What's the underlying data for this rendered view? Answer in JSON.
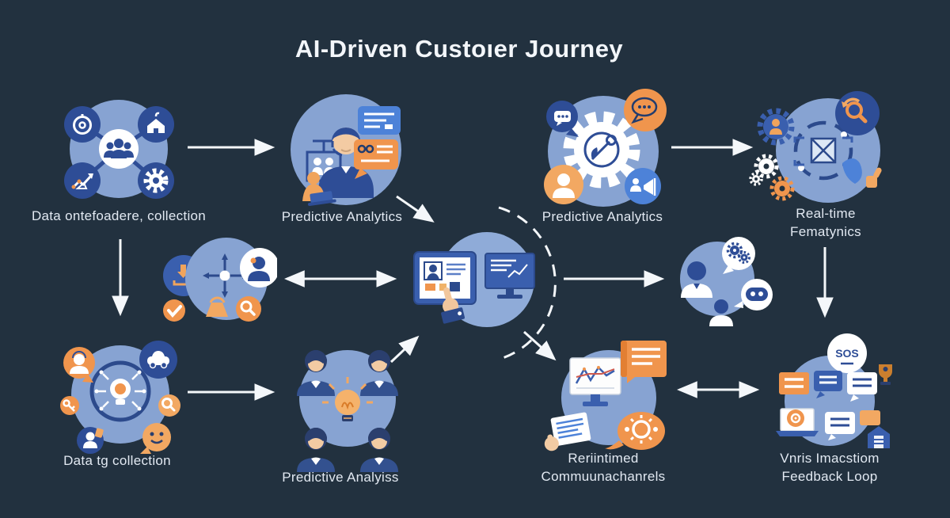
{
  "title": "AI-Driven Custoıer Journey",
  "colors": {
    "background": "#22313f",
    "node_light_blue": "#87a3d2",
    "node_dark_blue": "#2e4d96",
    "medium_blue": "#3a5fae",
    "accent_orange": "#f0954d",
    "accent_orange_light": "#f2a862",
    "arrow_white": "#f4f7fa",
    "label_text": "#e2e9f2"
  },
  "nodes": [
    {
      "id": "data-collection-top",
      "label": "Data ontefoadere, collection",
      "icons": [
        "people-group-icon",
        "gauge-icon",
        "home-icon",
        "trend-chart-icon",
        "gear-icon"
      ]
    },
    {
      "id": "predictive-analytics-agent",
      "label": "Predictive Analytics",
      "icons": [
        "support-agent-icon",
        "chat-bubble-icon",
        "speech-bubble-icon",
        "people-frame-icon",
        "person-laptop-icon"
      ]
    },
    {
      "id": "predictive-analytics-gear",
      "label": "Predictive Analytics",
      "icons": [
        "gear-target-icon",
        "chat-bubble-icon",
        "dots-bubble-icon",
        "person-icon",
        "megaphone-people-icon"
      ]
    },
    {
      "id": "real-time-analytics",
      "label": "Real-time\nFematynics",
      "icons": [
        "sync-loop-icon",
        "package-icon",
        "magnifier-refresh-icon",
        "person-gear-icon",
        "gears-icon",
        "thumbs-up-icon"
      ]
    },
    {
      "id": "routing-hub",
      "label": "",
      "icons": [
        "directions-hub-icon",
        "download-tray-icon",
        "person-badge-icon",
        "magnifier-icon",
        "basket-icon",
        "checkmark-icon"
      ]
    },
    {
      "id": "customer-touchpoint",
      "label": "",
      "icons": [
        "tablet-profile-icon",
        "pointing-hand-icon",
        "monitor-chart-icon"
      ]
    },
    {
      "id": "human-ai-chat",
      "label": "",
      "icons": [
        "avatar-icon",
        "gears-bubble-icon",
        "avatar-small-icon",
        "robot-bubble-icon"
      ]
    },
    {
      "id": "data-collection-bottom",
      "label": "Data tg collection",
      "icons": [
        "idea-network-icon",
        "headset-person-icon",
        "car-icon",
        "magnifier-icon",
        "key-icon",
        "person-icon",
        "face-bubble-icon"
      ]
    },
    {
      "id": "predictive-analysis-team",
      "label": "Predictive Analyiss",
      "icons": [
        "team-people-icon",
        "lightbulb-icon"
      ]
    },
    {
      "id": "comm-channels",
      "label": "Reriintimed\nCommuunachanrels",
      "icons": [
        "monitor-linechart-icon",
        "note-icon",
        "document-hand-icon",
        "sun-gear-bubble-icon"
      ]
    },
    {
      "id": "feedback-loop",
      "label": "Vnris Imacstiom\nFeedback Loop",
      "sos": "SOS",
      "icons": [
        "sos-badge-icon",
        "chat-bubbles-icon",
        "trophy-icon",
        "laptop-camera-icon",
        "warehouse-icon"
      ]
    }
  ]
}
